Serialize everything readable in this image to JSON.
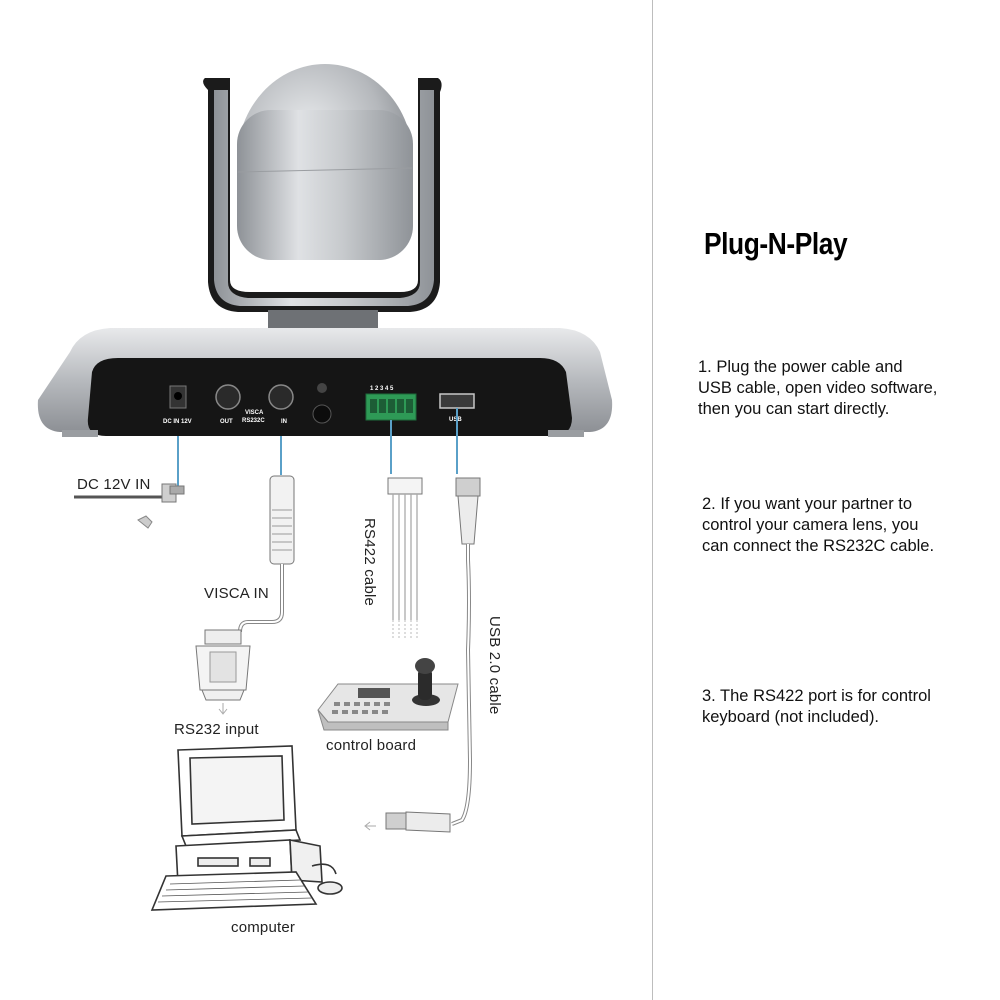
{
  "heading": "Plug-N-Play",
  "steps": [
    "1. Plug the power cable and\nUSB cable, open video software,\nthen you can start directly.",
    "2. If you want your partner to\ncontrol your camera lens, you\ncan connect the RS232C cable.",
    "3. The RS422 port is for control\nkeyboard (not included)."
  ],
  "diagram_labels": {
    "dc_in": "DC 12V IN",
    "visca_in": "VISCA IN",
    "rs232_input": "RS232 input",
    "rs422_cable": "RS422 cable",
    "control_board": "control board",
    "usb_cable": "USB 2.0 cable",
    "computer": "computer"
  },
  "port_labels": {
    "dc": "DC IN 12V",
    "out": "OUT",
    "visca": "VISCA\nRS232C",
    "in": "IN",
    "terminal": "1 2 3 4 5",
    "usb": "USB"
  },
  "colors": {
    "camera_silver": "#b9bcc0",
    "camera_dark": "#1a1a1a",
    "terminal_green": "#2e9a56",
    "cable_gray": "#8a8a8a"
  }
}
